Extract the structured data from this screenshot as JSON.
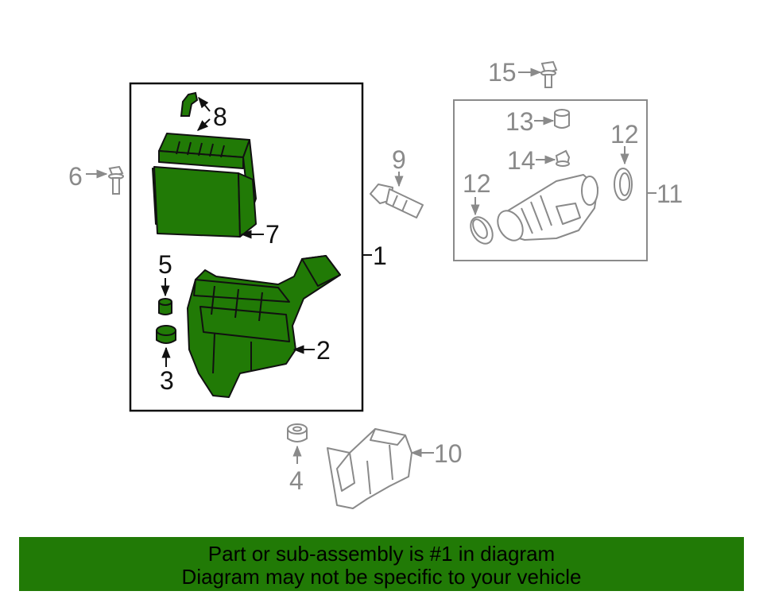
{
  "colors": {
    "highlight": "#217a06",
    "part_stroke": "#111111",
    "other_part_stroke": "#8a8a8a",
    "footer_background": "#217a06"
  },
  "callouts": {
    "c1": "1",
    "c2": "2",
    "c3": "3",
    "c4": "4",
    "c5": "5",
    "c6": "6",
    "c7": "7",
    "c8": "8",
    "c9": "9",
    "c10": "10",
    "c11": "11",
    "c12a": "12",
    "c12b": "12",
    "c13": "13",
    "c14": "14",
    "c15": "15"
  },
  "footer": {
    "line1": "Part or sub-assembly is #1 in diagram",
    "line2": "Diagram may not be specific to your vehicle"
  }
}
